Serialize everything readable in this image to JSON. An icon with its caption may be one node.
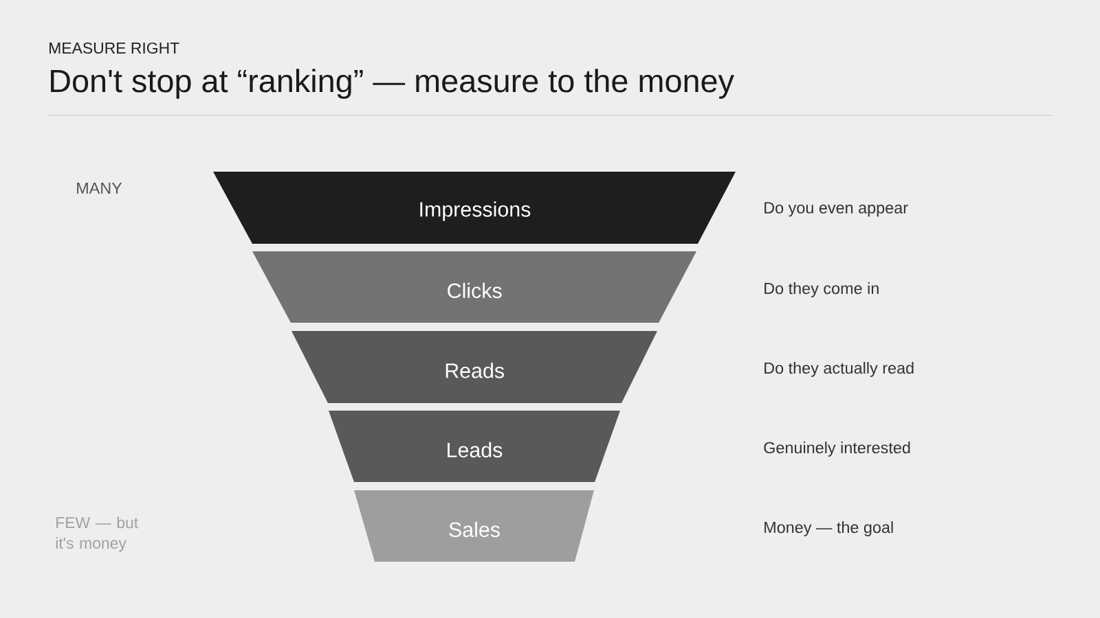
{
  "diagram": {
    "title": "Don't stop at “ranking” — measure to the money",
    "nodes": [
      {
        "text": [
          "Impressions"
        ]
      },
      {
        "text": [
          "Clicks"
        ]
      },
      {
        "text": [
          "Reads"
        ]
      },
      {
        "text": [
          "Leads"
        ]
      },
      {
        "text": [
          "Sales"
        ]
      }
    ],
    "labels": [
      "MEASURE RIGHT",
      "MANY",
      "Do you even appear",
      "Do they come in",
      "Do they actually read",
      "Genuinely interested",
      "FEW — but it's money",
      "Money — the goal"
    ]
  }
}
